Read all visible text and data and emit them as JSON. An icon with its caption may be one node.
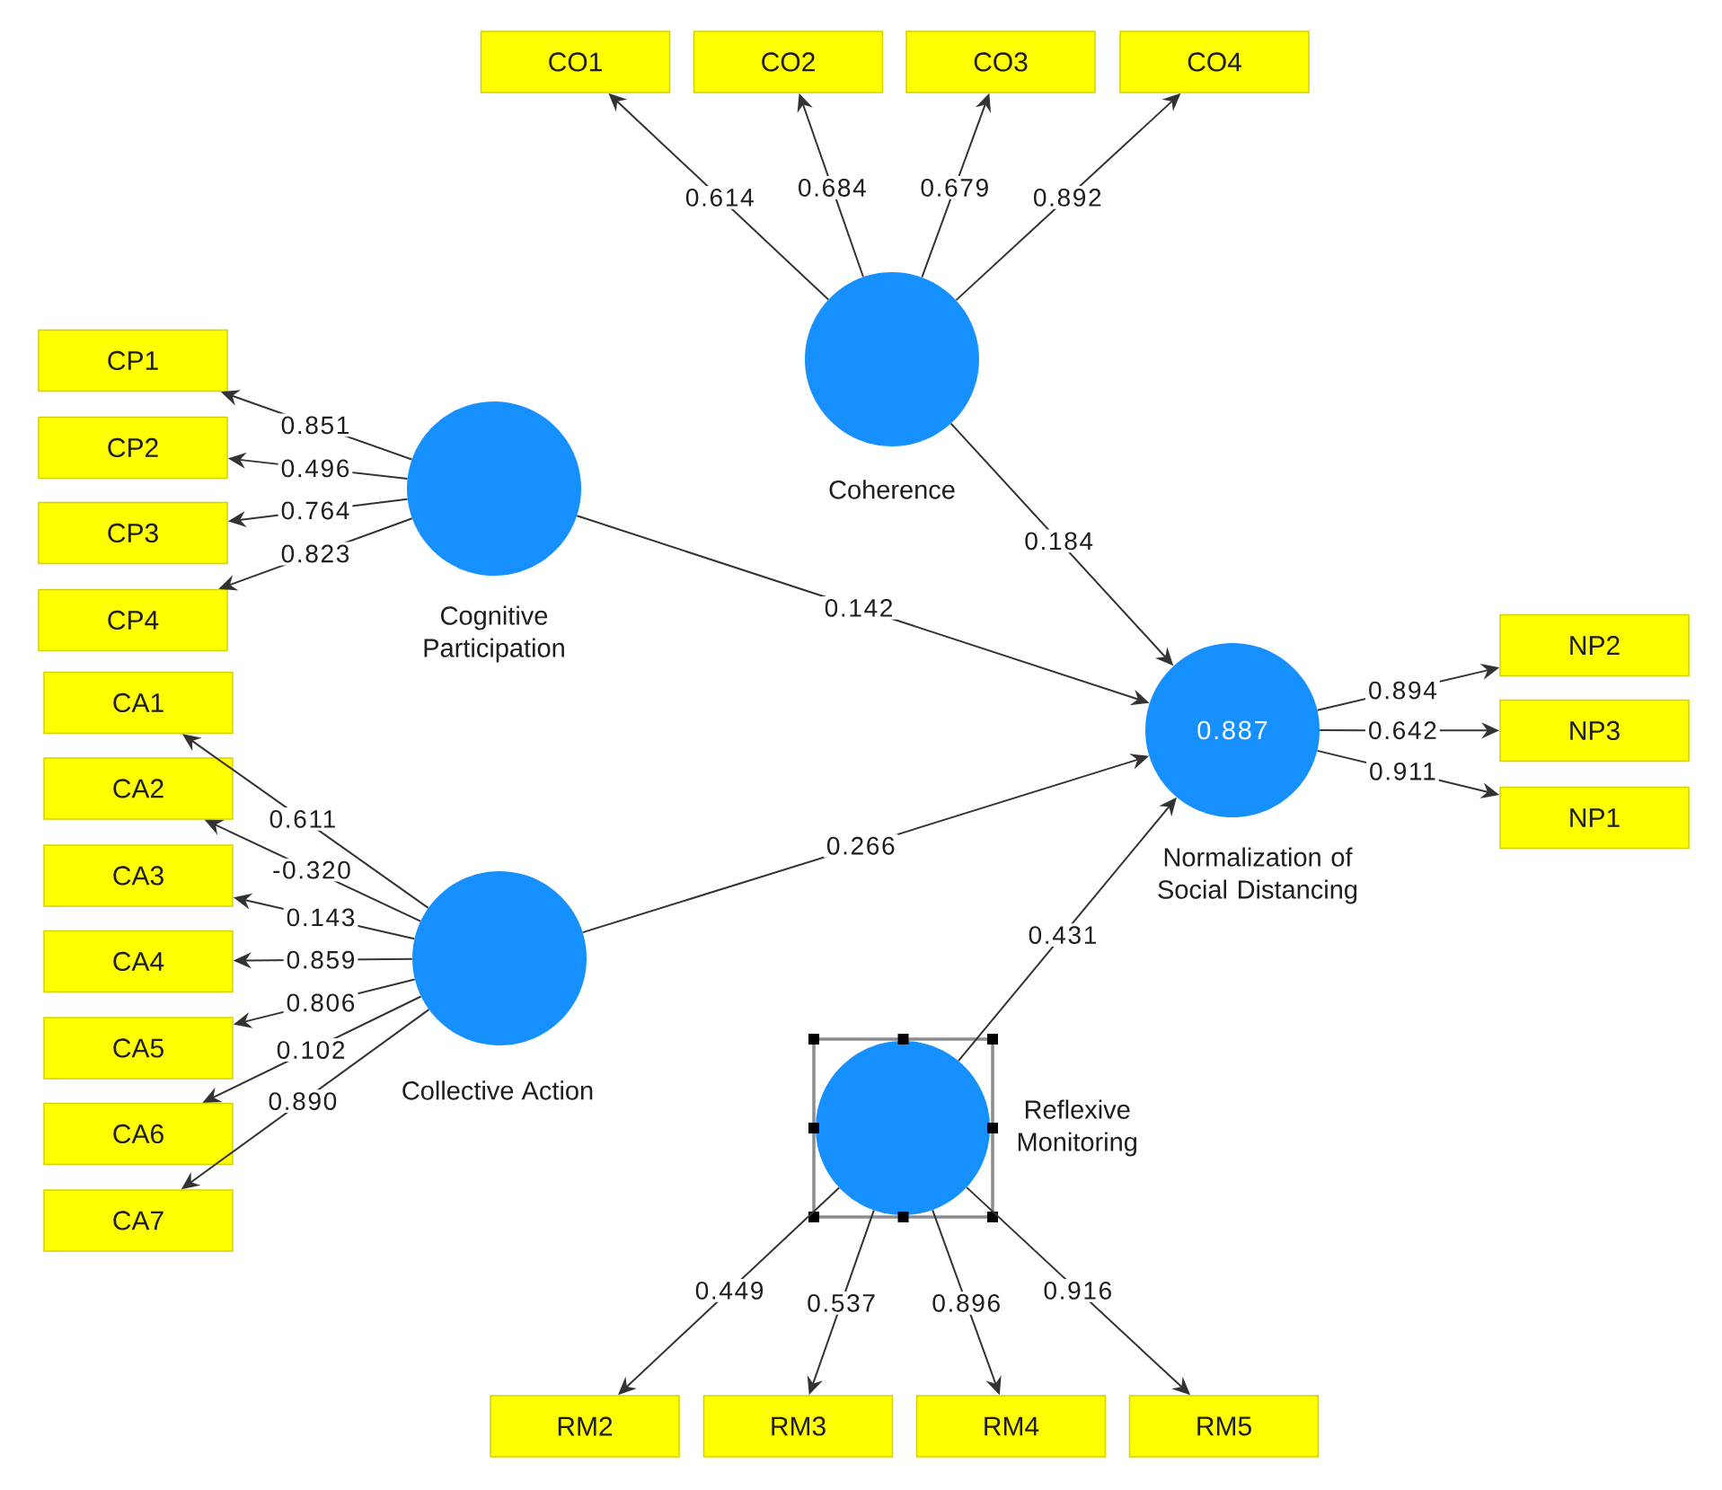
{
  "diagram": {
    "nodes": [
      {
        "text": [
          "CO1"
        ]
      },
      {
        "text": [
          "CO2"
        ]
      },
      {
        "text": [
          "CO3"
        ]
      },
      {
        "text": [
          "CO4"
        ]
      },
      {
        "text": [
          "Coherence"
        ]
      },
      {
        "text": [
          "CP1"
        ]
      },
      {
        "text": [
          "CP2"
        ]
      },
      {
        "text": [
          "CP3"
        ]
      },
      {
        "text": [
          "CP4"
        ]
      },
      {
        "text": [
          "Cognitive Participation"
        ]
      },
      {
        "text": [
          "CA1"
        ]
      },
      {
        "text": [
          "CA2"
        ]
      },
      {
        "text": [
          "CA3"
        ]
      },
      {
        "text": [
          "CA4"
        ]
      },
      {
        "text": [
          "CA5"
        ]
      },
      {
        "text": [
          "CA6"
        ]
      },
      {
        "text": [
          "CA7"
        ]
      },
      {
        "text": [
          "Collective Action"
        ]
      },
      {
        "text": [
          "0.887",
          "Normalization of Social Distancing"
        ]
      },
      {
        "text": [
          "NP2"
        ]
      },
      {
        "text": [
          "NP3"
        ]
      },
      {
        "text": [
          "NP1"
        ]
      },
      {
        "text": [
          "Reflexive Monitoring"
        ]
      },
      {
        "text": [
          "RM2"
        ]
      },
      {
        "text": [
          "RM3"
        ]
      },
      {
        "text": [
          "RM4"
        ]
      },
      {
        "text": [
          "RM5"
        ]
      }
    ],
    "edges": [
      {
        "from": 4,
        "to": 0,
        "arrow": "to",
        "label": "0.614"
      },
      {
        "from": 4,
        "to": 1,
        "arrow": "to",
        "label": "0.684"
      },
      {
        "from": 4,
        "to": 2,
        "arrow": "to",
        "label": "0.679"
      },
      {
        "from": 4,
        "to": 3,
        "arrow": "to",
        "label": "0.892"
      },
      {
        "from": 9,
        "to": 5,
        "arrow": "to",
        "label": "0.851"
      },
      {
        "from": 9,
        "to": 6,
        "arrow": "to",
        "label": "0.496"
      },
      {
        "from": 9,
        "to": 7,
        "arrow": "to",
        "label": "0.764"
      },
      {
        "from": 9,
        "to": 8,
        "arrow": "to",
        "label": "0.823"
      },
      {
        "from": 17,
        "to": 10,
        "arrow": "to",
        "label": "0.611"
      },
      {
        "from": 17,
        "to": 11,
        "arrow": "to",
        "label": "-0.320"
      },
      {
        "from": 17,
        "to": 12,
        "arrow": "to",
        "label": "0.143"
      },
      {
        "from": 17,
        "to": 13,
        "arrow": "to",
        "label": "0.859"
      },
      {
        "from": 17,
        "to": 14,
        "arrow": "to",
        "label": "0.806"
      },
      {
        "from": 17,
        "to": 15,
        "arrow": "to",
        "label": "0.102"
      },
      {
        "from": 17,
        "to": 16,
        "arrow": "to",
        "label": "0.890"
      },
      {
        "from": 4,
        "to": 18,
        "arrow": "to",
        "label": "0.184"
      },
      {
        "from": 9,
        "to": 18,
        "arrow": "to",
        "label": "0.142"
      },
      {
        "from": 17,
        "to": 18,
        "arrow": "to",
        "label": "0.266"
      },
      {
        "from": 22,
        "to": 18,
        "arrow": "to",
        "label": "0.431"
      },
      {
        "from": 18,
        "to": 19,
        "arrow": "to",
        "label": "0.894"
      },
      {
        "from": 18,
        "to": 20,
        "arrow": "to",
        "label": "0.642"
      },
      {
        "from": 18,
        "to": 21,
        "arrow": "to",
        "label": "0.911"
      },
      {
        "from": 22,
        "to": 23,
        "arrow": "to",
        "label": "0.449"
      },
      {
        "from": 22,
        "to": 24,
        "arrow": "to",
        "label": "0.537"
      },
      {
        "from": 22,
        "to": 25,
        "arrow": "to",
        "label": "0.896"
      },
      {
        "from": 22,
        "to": 26,
        "arrow": "to",
        "label": "0.916"
      }
    ]
  }
}
